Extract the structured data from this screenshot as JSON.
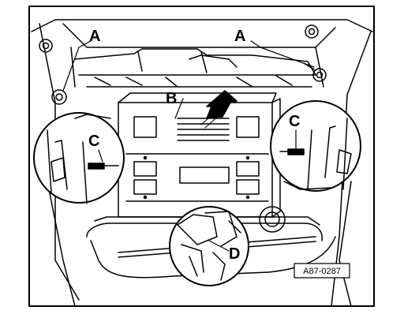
{
  "callouts": {
    "a_left": "A",
    "a_right": "A",
    "b": "B",
    "c_left": "C",
    "c_right": "C",
    "d": "D"
  },
  "figure_id": "A87-0287",
  "colors": {
    "ink": "#000000",
    "paper": "#ffffff"
  }
}
